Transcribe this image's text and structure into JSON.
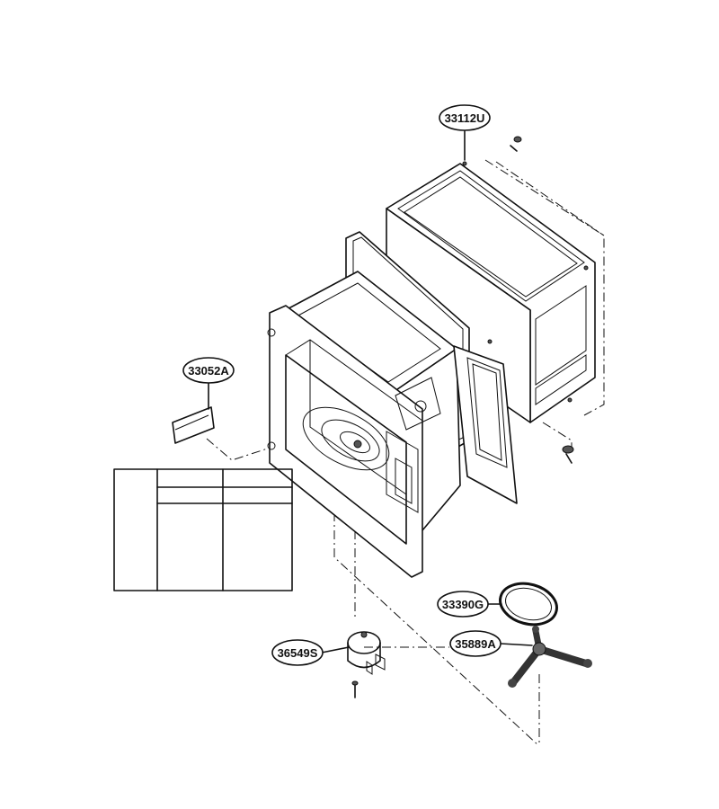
{
  "diagram": {
    "part_labels": {
      "cabinet": "33112U",
      "waveguide_cover": "33052A",
      "turntable_motor": "36549S",
      "roller_ring": "33390G",
      "coupler": "35889A"
    }
  }
}
